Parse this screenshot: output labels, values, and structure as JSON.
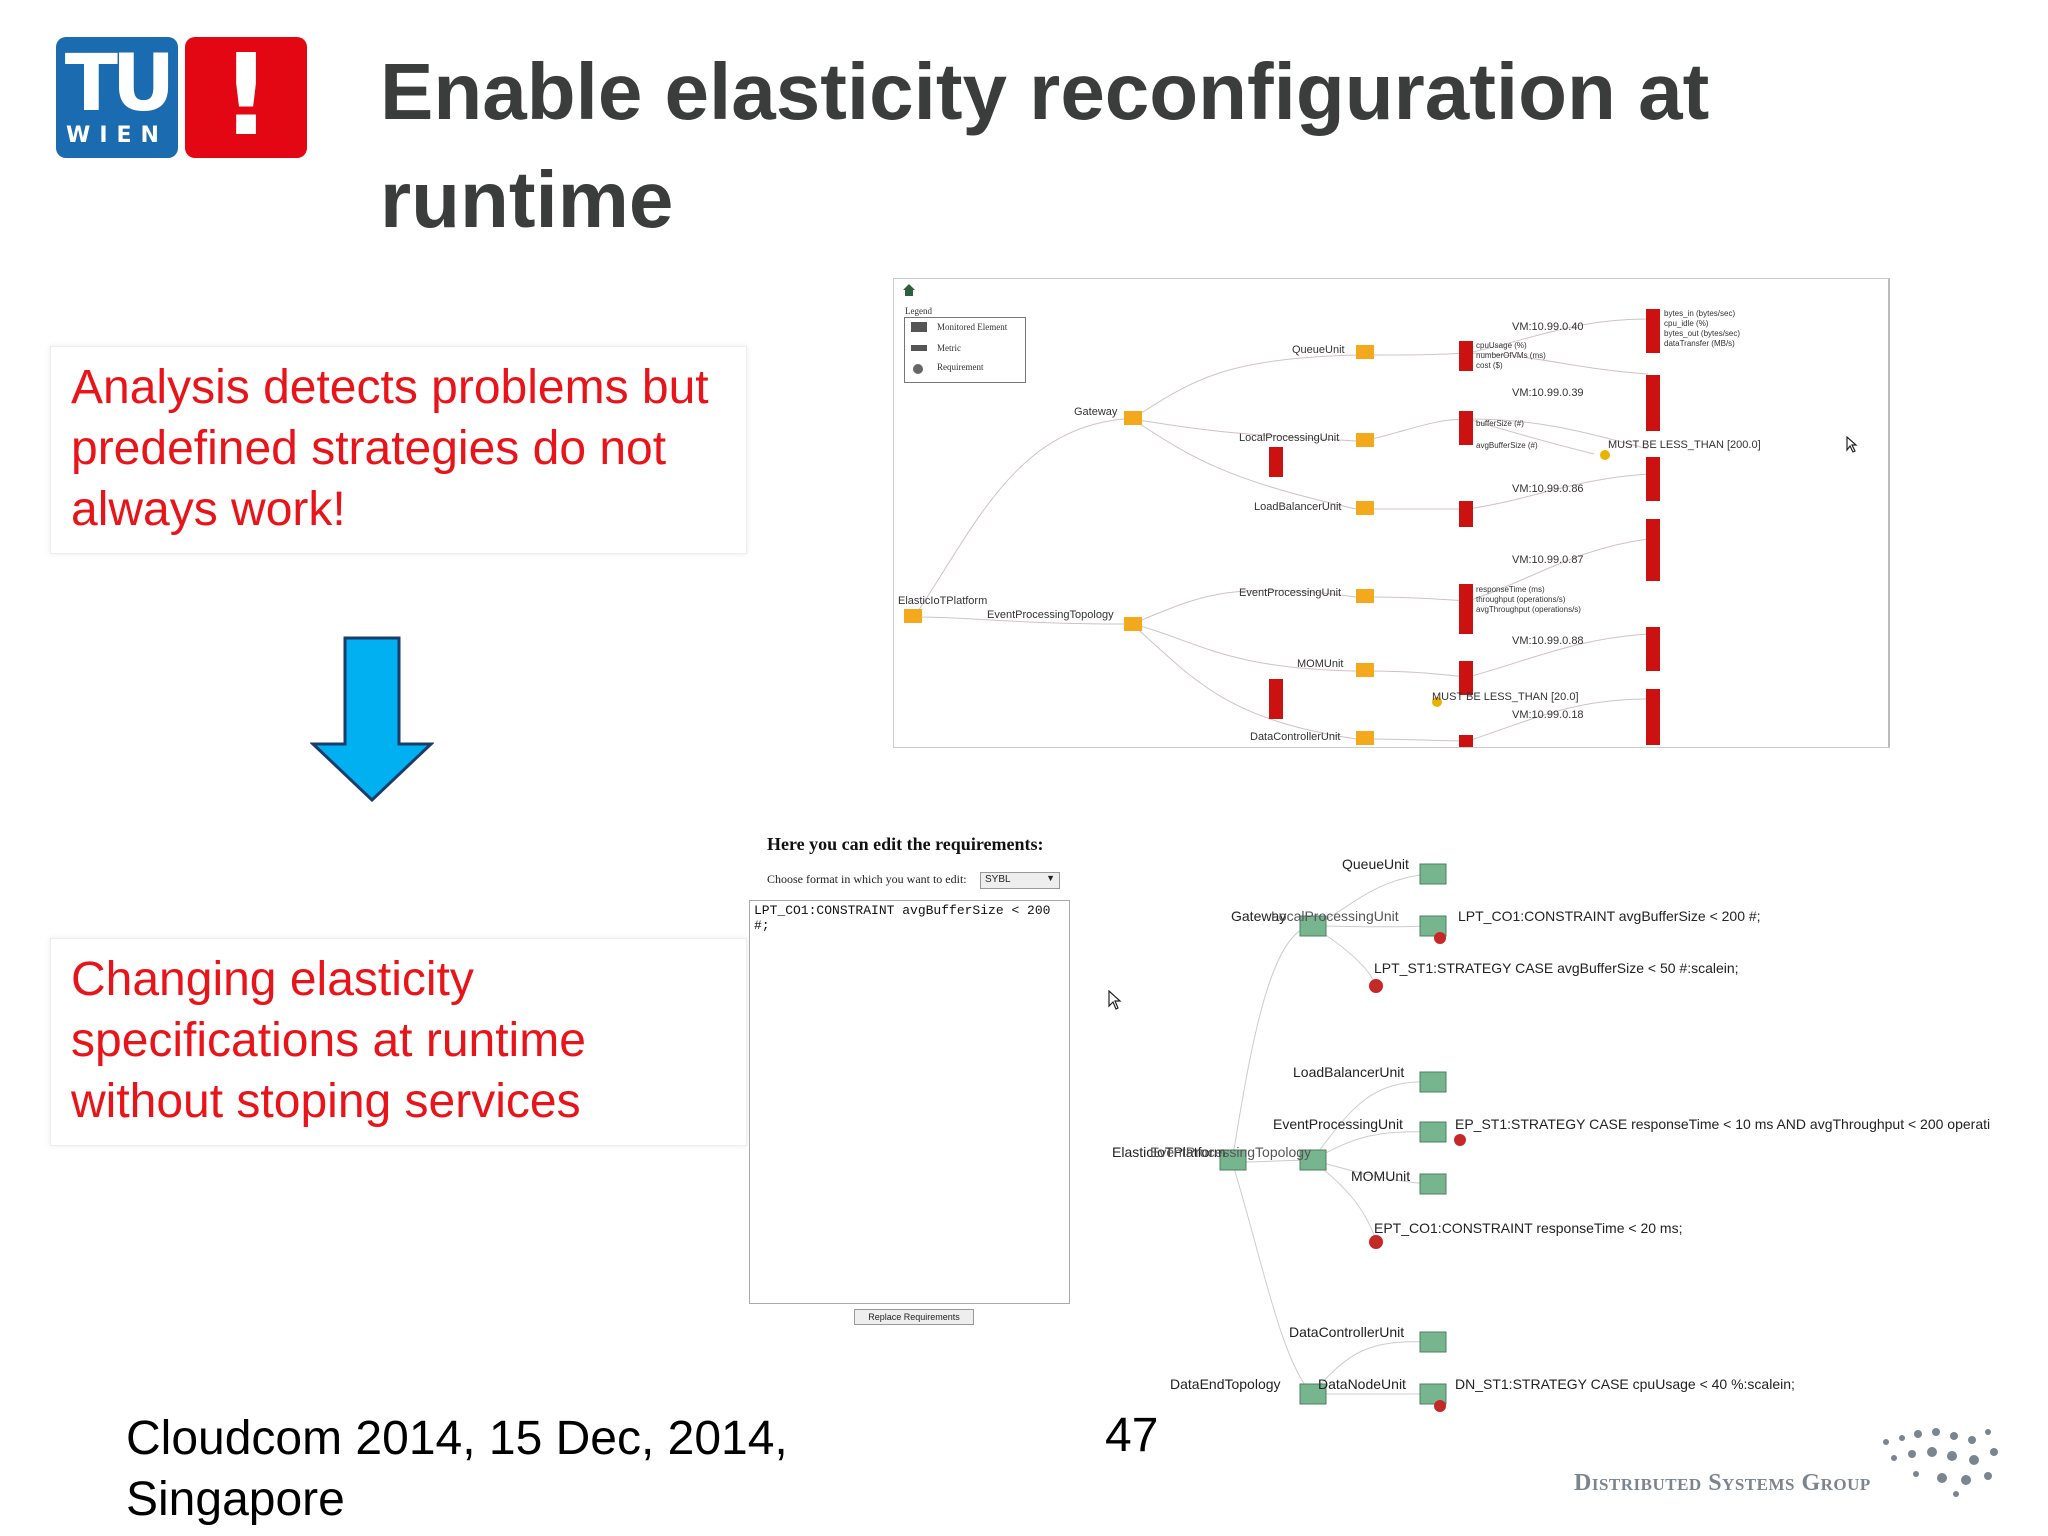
{
  "slide": {
    "title": "Enable elasticity reconfiguration at runtime",
    "logo": {
      "tu_text": "TU",
      "wien_text": "WIEN",
      "mark": "!"
    },
    "callouts": [
      "Analysis detects problems but predefined strategies do not always work!",
      "Changing elasticity specifications at runtime without stoping services"
    ],
    "footer": "Cloudcom 2014, 15 Dec, 2014, Singapore",
    "page_number": "47",
    "group_name": "Distributed Systems Group",
    "colors": {
      "title": "#3a3d3c",
      "callout_text": "#e8141a",
      "arrow": "#00b0f0",
      "tu_blue": "#1b6bb0",
      "tu_red": "#e30613",
      "graph_node": "#f4a81c",
      "metric_node": "#cc1111",
      "unit_node": "#77b58f"
    }
  },
  "monitoring_view": {
    "legend": {
      "title": "Legend",
      "items": [
        "Monitored Element",
        "Metric",
        "Requirement"
      ]
    },
    "nodes": {
      "platform": "ElasticIoTPlatform",
      "gateway": "Gateway",
      "topology": "EventProcessingTopology",
      "units": [
        "QueueUnit",
        "LocalProcessingUnit",
        "LoadBalancerUnit",
        "EventProcessingUnit",
        "MOMUnit",
        "DataControllerUnit"
      ],
      "vms": [
        "VM:10.99.0.40",
        "VM:10.99.0.39",
        "VM:10.99.0.86",
        "VM:10.99.0.87",
        "VM:10.99.0.88",
        "VM:10.99.0.18"
      ],
      "requirements": [
        "MUST BE LESS_THAN [200.0]",
        "MUST BE LESS_THAN [20.0]"
      ]
    },
    "metrics": [
      "cpuUsage (%)",
      "numberOfVMs (ms)",
      "cost ($)",
      "bufferSize (#)",
      "avgBufferSize (#)",
      "bytes_in (bytes/sec)",
      "cpu_idle (%)",
      "bytes_out (bytes/sec)",
      "dataTransfer (MB/s)",
      "responseTime (ms)",
      "throughput (operations/s)",
      "avgThroughput (operations/s)"
    ]
  },
  "editor": {
    "heading": "Here you can edit the requirements:",
    "format_prompt": "Choose format in which you want to edit:",
    "format_value": "SYBL",
    "text": "LPT_CO1:CONSTRAINT avgBufferSize < 200 #;",
    "button": "Replace Requirements"
  },
  "requirements_view": {
    "nodes": [
      "QueueUnit",
      "Gateway",
      "LocalProcessingUnit",
      "LoadBalancerUnit",
      "EventProcessingUnit",
      "ElasticIoTPlatform",
      "EventProcessingTopology",
      "MOMUnit",
      "DataControllerUnit",
      "DataEndTopology",
      "DataNodeUnit"
    ],
    "requirements": [
      "LPT_CO1:CONSTRAINT avgBufferSize < 200 #;",
      "LPT_ST1:STRATEGY CASE avgBufferSize < 50 #:scalein;",
      "EP_ST1:STRATEGY CASE responseTime < 10 ms AND avgThroughput < 200 operati",
      "EPT_CO1:CONSTRAINT responseTime < 20 ms;",
      "DN_ST1:STRATEGY CASE cpuUsage < 40 %:scalein;"
    ]
  }
}
